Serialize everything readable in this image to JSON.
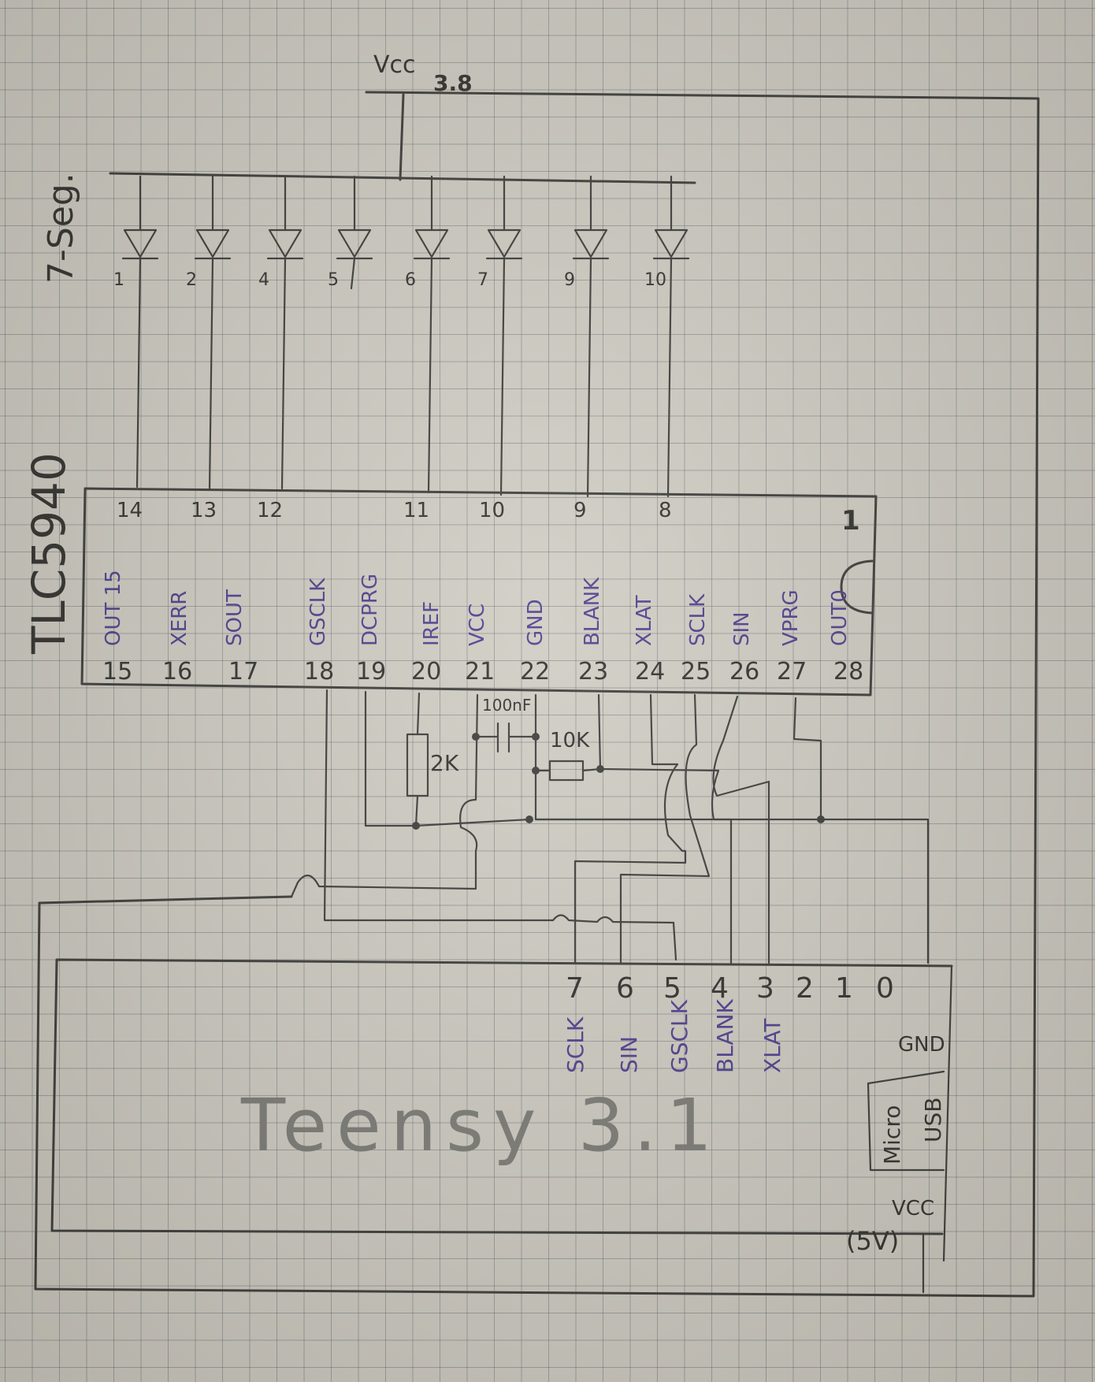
{
  "supply_label": "Vcc",
  "supply_value": "3.8",
  "display_label": "7-Seg.",
  "chip_label": "TLC5940",
  "mcu_label": "Teensy 3.1",
  "colors": {
    "ink": "#3a3a38",
    "pin_label": "#4a3d8e",
    "paper": "#cfccc3"
  },
  "segments": [
    "1",
    "2",
    "4",
    "5",
    "6",
    "7",
    "9",
    "10"
  ],
  "chip_top_pins": [
    "14",
    "13",
    "12",
    "11",
    "10",
    "9",
    "8",
    "1"
  ],
  "chip_signals": [
    "OUT 15",
    "XERR",
    "SOUT",
    "GSCLK",
    "DCPRG",
    "IREF",
    "VCC",
    "GND",
    "BLANK",
    "XLAT",
    "SCLK",
    "SIN",
    "VPRG",
    "OUT0"
  ],
  "chip_bottom_pins": [
    "15",
    "16",
    "17",
    "18",
    "19",
    "20",
    "21",
    "22",
    "23",
    "24",
    "25",
    "26",
    "27",
    "28"
  ],
  "components": {
    "resistor_iref": "2K",
    "capacitor": "100nF",
    "resistor_blank": "10K"
  },
  "teensy_pins": [
    "7",
    "6",
    "5",
    "4",
    "3",
    "2",
    "1",
    "0"
  ],
  "teensy_signals": [
    "SCLK",
    "SIN",
    "GSCLK",
    "BLANK",
    "XLAT"
  ],
  "teensy_gnd": "GND",
  "teensy_usb": [
    "Micro",
    "USB"
  ],
  "teensy_vcc": [
    "VCC",
    "(5V)"
  ]
}
